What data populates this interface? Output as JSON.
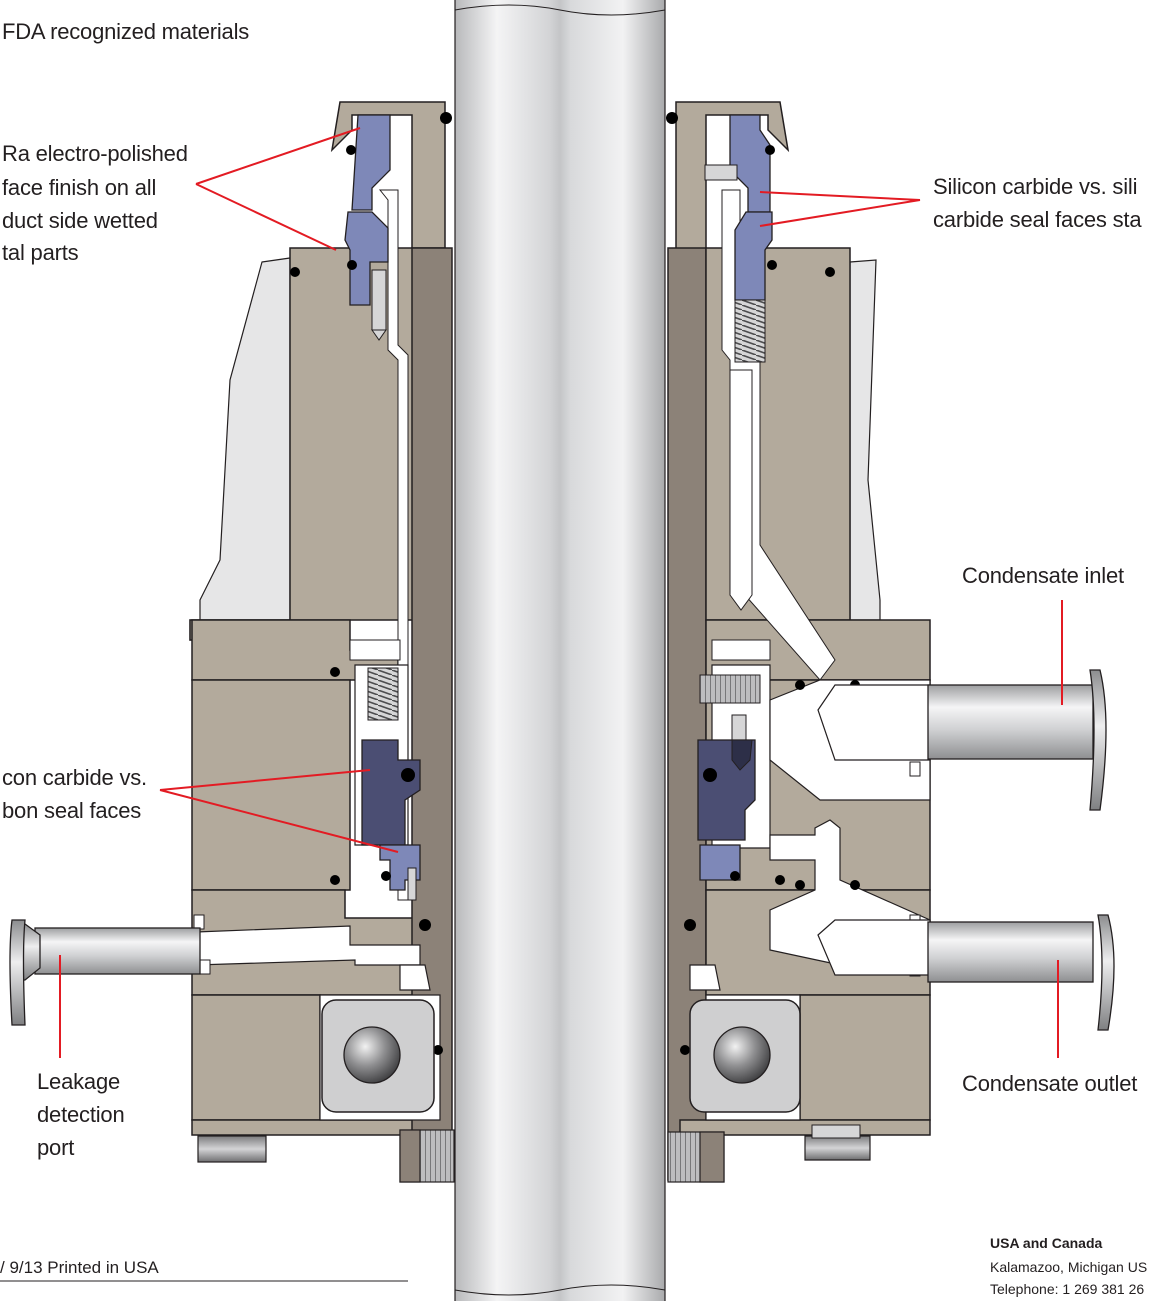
{
  "labels": {
    "fda": "FDA recognized materials",
    "ra_1": "Ra electro-polished",
    "ra_2": "face finish on all",
    "ra_3": "duct side wetted",
    "ra_4": "tal parts",
    "sic_sic_1": "Silicon carbide vs. sili",
    "sic_sic_2": "carbide seal faces sta",
    "cond_inlet": "Condensate inlet",
    "sic_carbon_1": "con carbide vs.",
    "sic_carbon_2": "bon seal faces",
    "leak_1": "Leakage",
    "leak_2": "detection",
    "leak_3": "port",
    "cond_outlet": "Condensate outlet"
  },
  "footer": {
    "printed": "/ 9/13 Printed in USA",
    "region": "USA and Canada",
    "city": "Kalamazoo, Michigan US",
    "phone": "Telephone: 1 269 381 26"
  },
  "colors": {
    "housing": "#b3aa9c",
    "housing_dark": "#8c8278",
    "seal_blue": "#7e88b8",
    "seal_dark": "#4b4e73",
    "shaft": "#d9dadb",
    "callout_line": "#e31b23",
    "outline": "#231f20"
  }
}
